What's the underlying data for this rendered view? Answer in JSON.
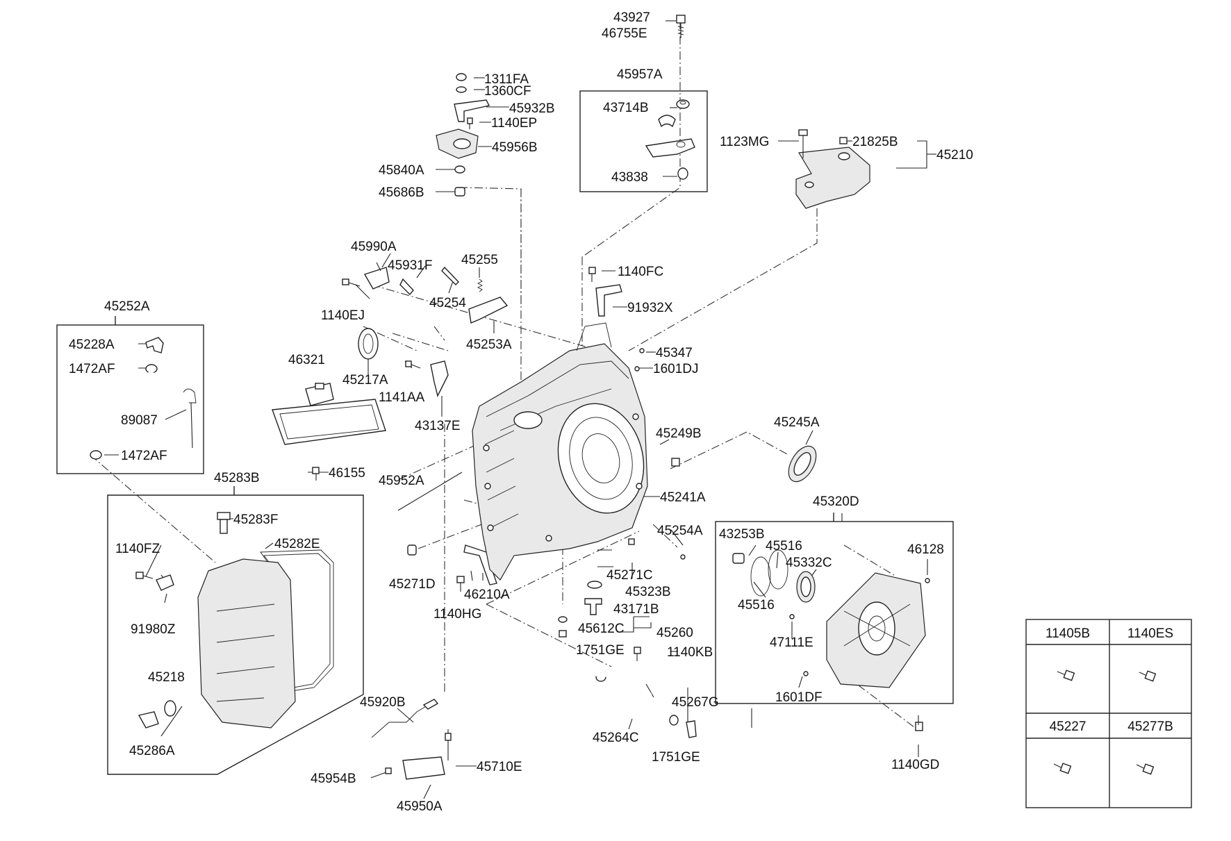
{
  "labels": {
    "p43927": "43927",
    "p46755E": "46755E",
    "p45957A": "45957A",
    "p43714B": "43714B",
    "p43838": "43838",
    "p1311FA": "1311FA",
    "p1360CF": "1360CF",
    "p45932B": "45932B",
    "p1140EP": "1140EP",
    "p45956B": "45956B",
    "p45840A": "45840A",
    "p45686B": "45686B",
    "p1123MG": "1123MG",
    "p21825B": "21825B",
    "p45210": "45210",
    "p45990A": "45990A",
    "p45931F": "45931F",
    "p45255": "45255",
    "p45254": "45254",
    "p1140EJ": "1140EJ",
    "p45253A": "45253A",
    "p1140FC": "1140FC",
    "p91932X": "91932X",
    "p45347": "45347",
    "p1601DJ": "1601DJ",
    "p45217A": "45217A",
    "p1141AA": "1141AA",
    "p43137E": "43137E",
    "p46321": "46321",
    "p46155": "46155",
    "p45252A": "45252A",
    "p45228A": "45228A",
    "p1472AF_a": "1472AF",
    "p89087": "89087",
    "p1472AF_b": "1472AF",
    "p45249B": "45249B",
    "p45245A": "45245A",
    "p45952A": "45952A",
    "p45241A": "45241A",
    "p45254A": "45254A",
    "p45283B": "45283B",
    "p45283F": "45283F",
    "p45282E": "45282E",
    "p1140FZ": "1140FZ",
    "p91980Z": "91980Z",
    "p45218": "45218",
    "p45286A": "45286A",
    "p45271D": "45271D",
    "p46210A": "46210A",
    "p1140HG": "1140HG",
    "p45271C": "45271C",
    "p45323B": "45323B",
    "p43171B": "43171B",
    "p45612C": "45612C",
    "p45260": "45260",
    "p1751GE_a": "1751GE",
    "p1140KB": "1140KB",
    "p45267G": "45267G",
    "p45264C": "45264C",
    "p1751GE_b": "1751GE",
    "p45920B": "45920B",
    "p45710E": "45710E",
    "p45954B": "45954B",
    "p45950A": "45950A",
    "p45320D": "45320D",
    "p43253B": "43253B",
    "p45516_a": "45516",
    "p45332C": "45332C",
    "p46128": "46128",
    "p45516_b": "45516",
    "p47111E": "47111E",
    "p1601DF": "1601DF",
    "p1140GD": "1140GD"
  },
  "fastener_table": {
    "headers": [
      "11405B",
      "1140ES",
      "45227",
      "45277B"
    ]
  }
}
